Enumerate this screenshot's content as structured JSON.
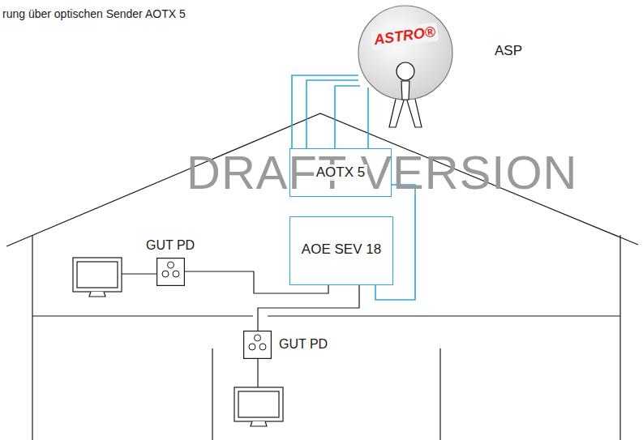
{
  "diagram": {
    "nodes": [
      {
        "text": [
          "ASTRO®",
          "ASP"
        ]
      },
      {
        "text": [
          "AOTX 5"
        ]
      },
      {
        "text": [
          "AOE SEV 18"
        ]
      },
      {
        "text": [
          "GUT PD"
        ]
      },
      {
        "text": [
          "GUT PD"
        ]
      }
    ],
    "edges": [
      {
        "from": 0,
        "to": 1,
        "arrow": "none"
      },
      {
        "from": 0,
        "to": 1,
        "arrow": "none"
      },
      {
        "from": 0,
        "to": 1,
        "arrow": "none"
      },
      {
        "from": 0,
        "to": 1,
        "arrow": "none"
      },
      {
        "from": 1,
        "to": 2,
        "arrow": "none"
      },
      {
        "from": 2,
        "to": 3,
        "arrow": "none"
      },
      {
        "from": 2,
        "to": 4,
        "arrow": "none"
      }
    ],
    "labels": [
      "rung über optischen Sender AOTX 5",
      "DRAFT VERSION"
    ]
  }
}
